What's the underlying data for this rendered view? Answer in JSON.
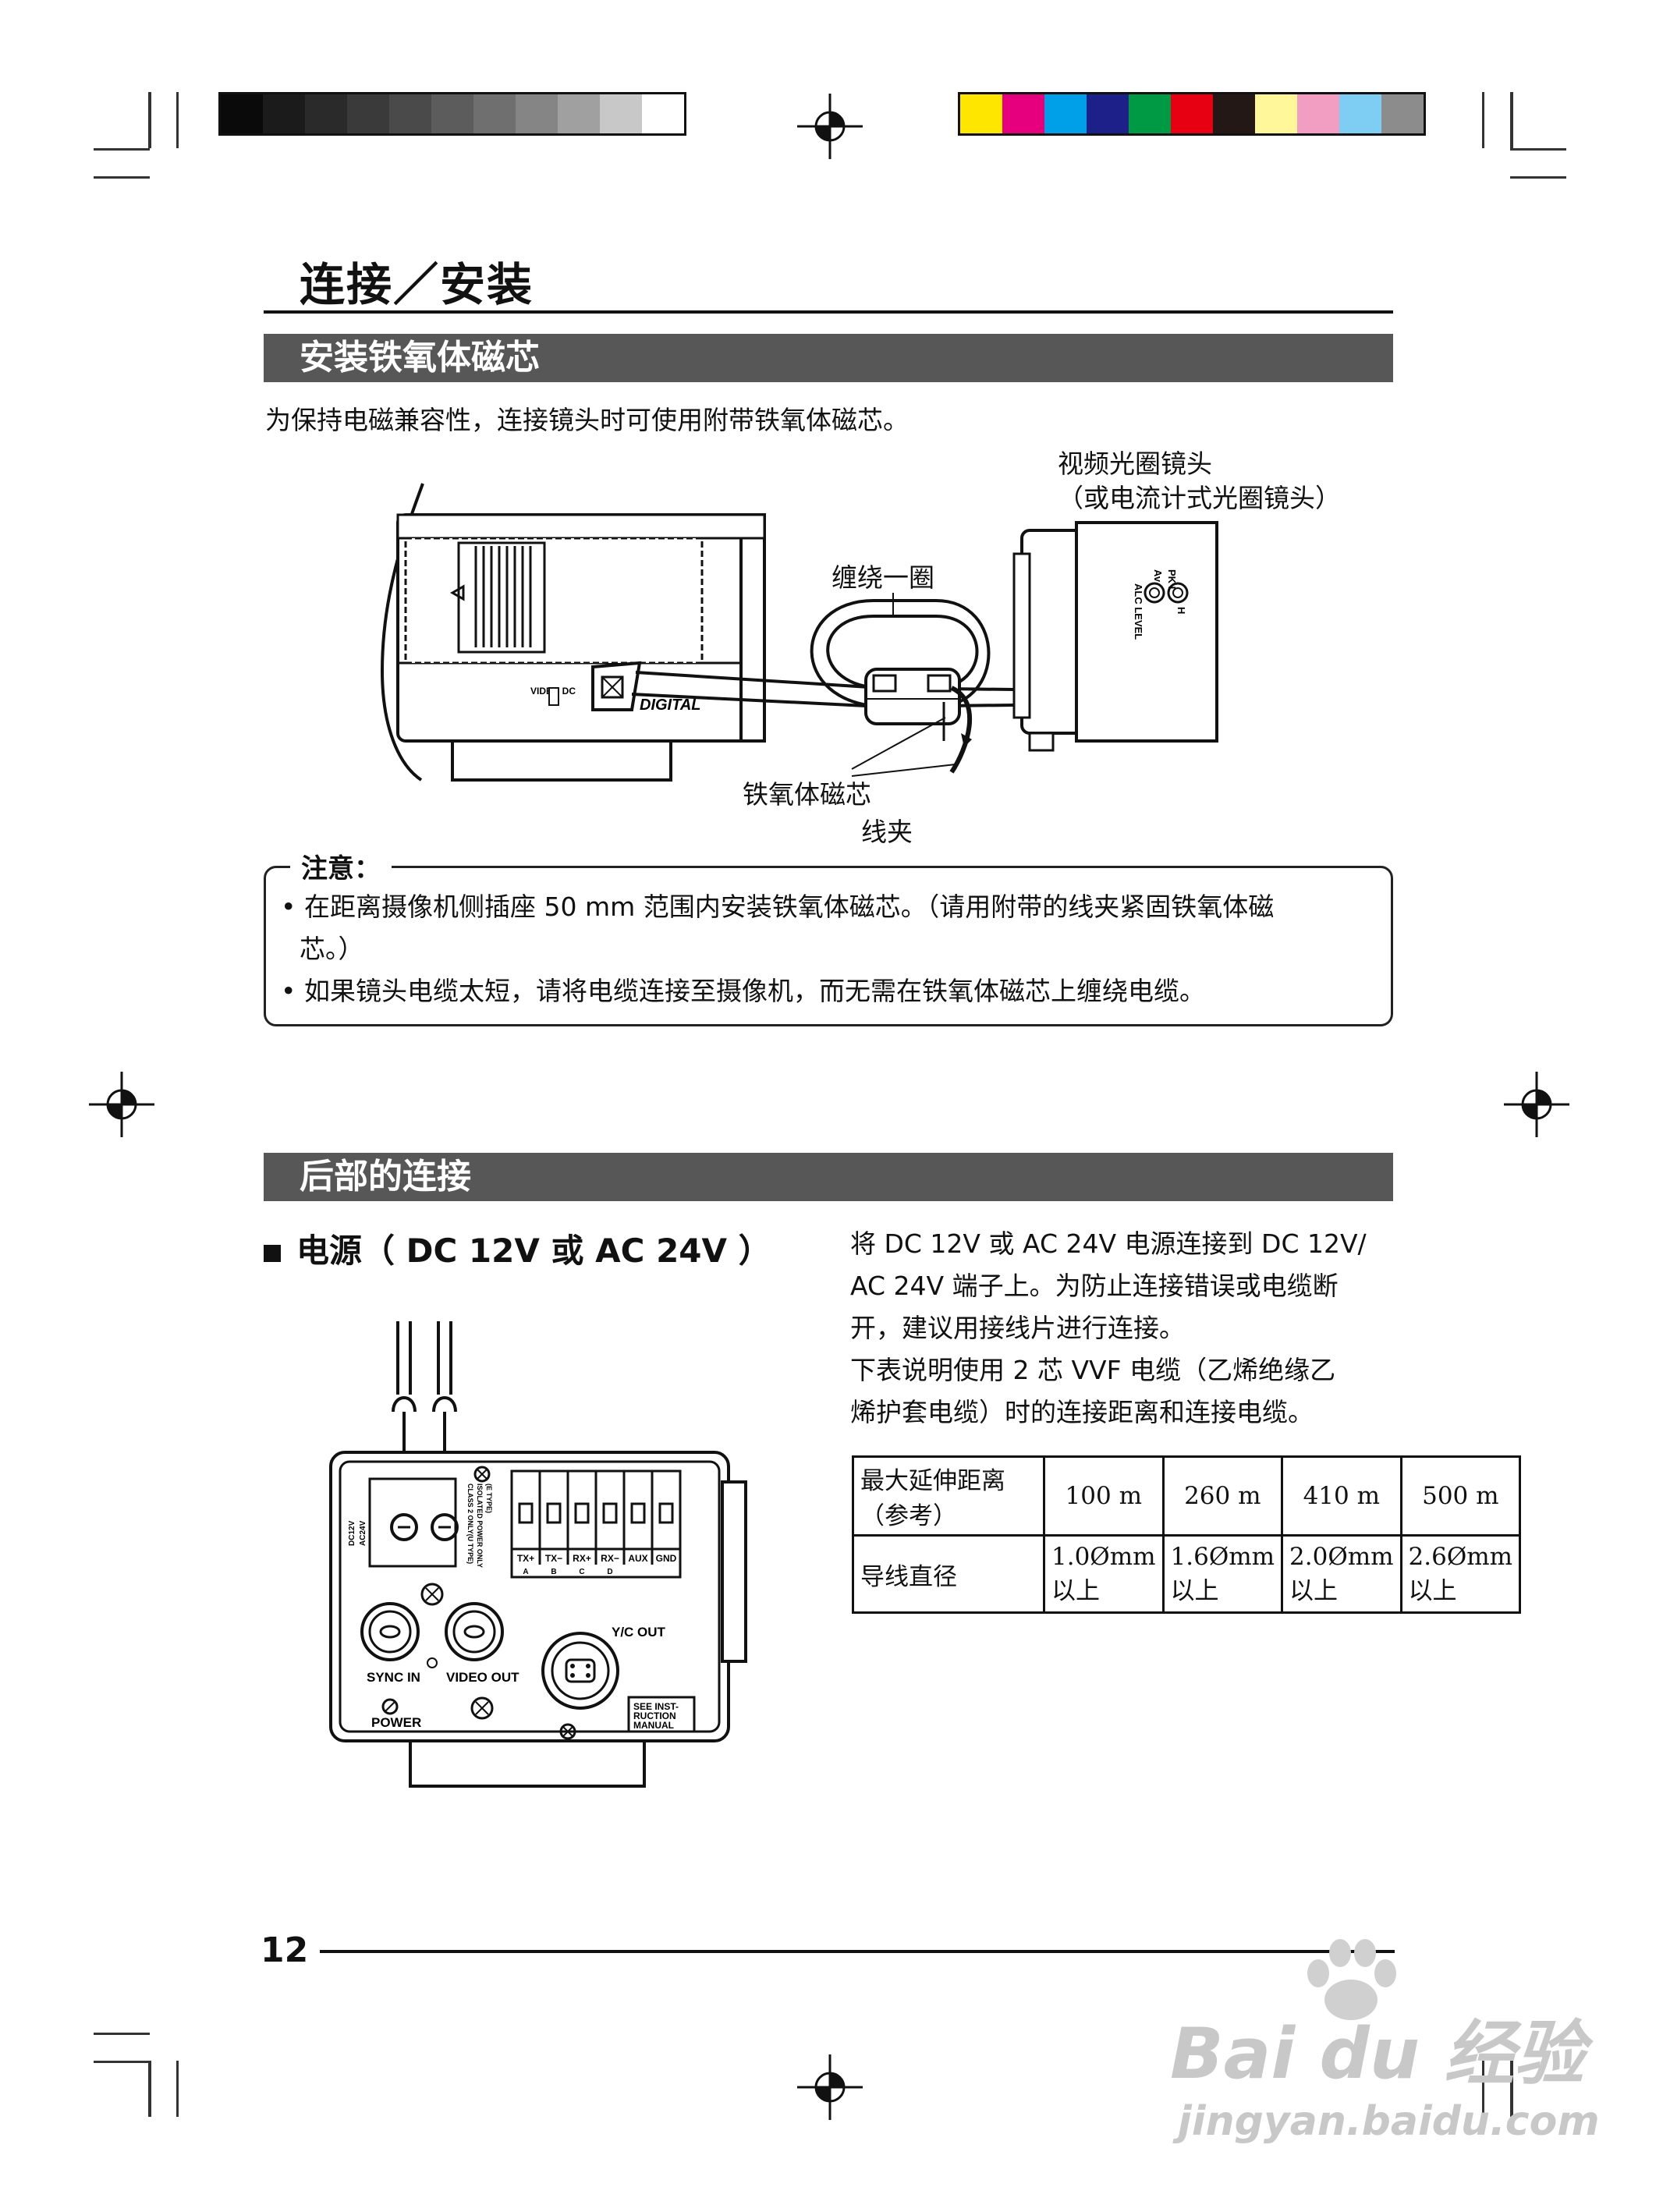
{
  "section_title": "连接／安装",
  "ferrite": {
    "heading": "安装铁氧体磁芯",
    "intro": "为保持电磁兼容性，连接镜头时可使用附带铁氧体磁芯。",
    "labels": {
      "lens_line1": "视频光圈镜头",
      "lens_line2": "（或电流计式光圈镜头）",
      "wind": "缠绕一圈",
      "core": "铁氧体磁芯",
      "clamp": "线夹",
      "video_dc": "VIDEO\nDC",
      "digital": "DIGITAL",
      "av": "Av",
      "pkl": "PK L",
      "h": "H",
      "alc_level": "ALC LEVEL"
    },
    "note_title": "注意：",
    "notes": [
      "在距离摄像机侧插座 50 mm 范围内安装铁氧体磁芯。（请用附带的线夹紧固铁氧体磁",
      "芯。）",
      "如果镜头电缆太短，请将电缆连接至摄像机，而无需在铁氧体磁芯上缠绕电缆。"
    ]
  },
  "rear": {
    "heading": "后部的连接",
    "power_title": "电源（ DC 12V 或 AC 24V ）",
    "desc": [
      "将 DC 12V 或 AC 24V 电源连接到 DC 12V/",
      "AC 24V 端子上。为防止连接错误或电缆断",
      "开，建议用接线片进行连接。",
      "下表说明使用 2 芯 VVF 电缆（乙烯绝缘乙",
      "烯护套电缆）时的连接距离和连接电缆。"
    ],
    "table": {
      "row1_head": [
        "最大延伸距离",
        "（参考）"
      ],
      "distances": [
        "100 m",
        "260 m",
        "410 m",
        "500 m"
      ],
      "row2_head": "导线直径",
      "diameters": [
        [
          "1.0Ømm",
          "以上"
        ],
        [
          "1.6Ømm",
          "以上"
        ],
        [
          "2.0Ømm",
          "以上"
        ],
        [
          "2.6Ømm",
          "以上"
        ]
      ]
    },
    "panel_labels": {
      "terminals": [
        "TX+",
        "TX−",
        "RX+",
        "RX−",
        "AUX",
        "GND"
      ],
      "terminal_letters": [
        "A",
        "B",
        "C",
        "D"
      ],
      "sync_in": "SYNC IN",
      "video_out": "VIDEO OUT",
      "power": "POWER",
      "yc_out": "Y/C OUT",
      "see_manual": [
        "SEE INST-",
        "RUCTION",
        "MANUAL"
      ],
      "class2": "CLASS 2 ONLY(U TYPE)",
      "isolated": "ISOLATED POWER ONLY",
      "e_type": "(E TYPE)",
      "dc12v": "DC12V",
      "ac24v": "AC24V"
    }
  },
  "page_number": "12",
  "watermark": {
    "logo": "Bai du 经验",
    "url": "jingyan.baidu.com"
  },
  "colors": {
    "gray_bar": "#575757",
    "gray_swatches": [
      "#0a0a0a",
      "#1b1b1b",
      "#2a2a2a",
      "#3a3a3a",
      "#4a4a4a",
      "#5c5c5c",
      "#6f6f6f",
      "#858585",
      "#a0a0a0",
      "#c8c8c8",
      "#ffffff"
    ],
    "color_swatches": [
      "#ffe600",
      "#e6007e",
      "#00a0e9",
      "#1d2088",
      "#009944",
      "#e60012",
      "#231815",
      "#fff799",
      "#f19ec2",
      "#7ecef4",
      "#8c8c8c"
    ]
  }
}
